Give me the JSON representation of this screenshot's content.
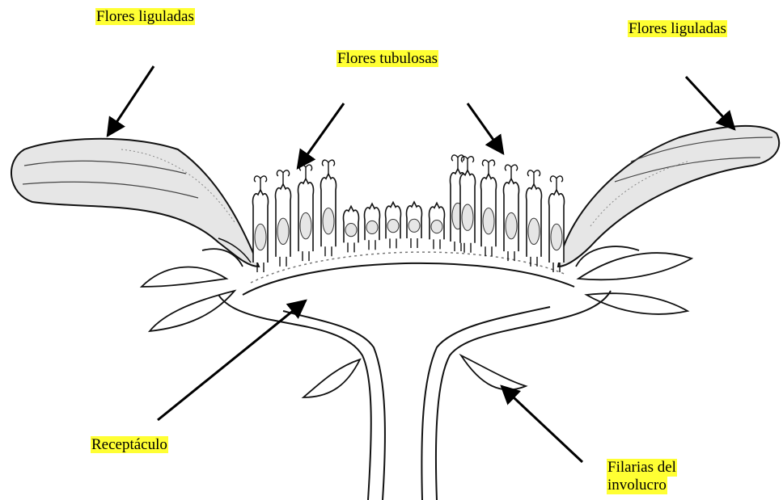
{
  "labels": {
    "ligule_left": "Flores liguladas",
    "tubular": "Flores tubulosas",
    "ligule_right": "Flores liguladas",
    "receptacle": "Receptáculo",
    "filaria_line1": "Filarias del",
    "filaria_line2": "involucro"
  },
  "colors": {
    "highlight": "#ffff33",
    "ink": "#000000",
    "petal_fill": "#e6e6e6"
  }
}
